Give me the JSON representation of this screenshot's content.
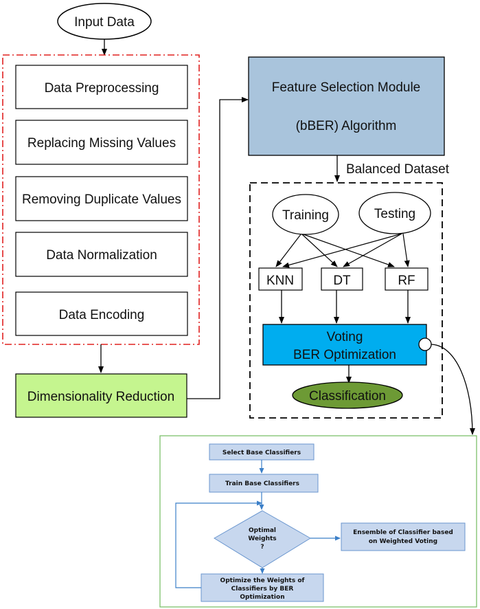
{
  "input_data": "Input Data",
  "preprocessing_steps": [
    "Data Preprocessing",
    "Replacing Missing Values",
    "Removing Duplicate Values",
    "Data Normalization",
    "Data Encoding"
  ],
  "dimensionality_reduction": "Dimensionality Reduction",
  "feature_selection": {
    "line1": "Feature Selection Module",
    "line2": "(bBER) Algorithm"
  },
  "balanced_dataset": "Balanced Dataset",
  "training": "Training",
  "testing": "Testing",
  "classifiers": [
    "KNN",
    "DT",
    "RF"
  ],
  "voting": {
    "line1": "Voting",
    "line2": "BER Optimization"
  },
  "classification": "Classification",
  "detail": {
    "select_base": "Select Base Classifiers",
    "train_base": "Train Base Classifiers",
    "optimal_line1": "Optimal",
    "optimal_line2": "Weights",
    "optimal_line3": "?",
    "ensemble_line1": "Ensemble of Classifier based",
    "ensemble_line2": "on Weighted Voting",
    "optimize_line1": "Optimize the Weights of",
    "optimize_line2": "Classifiers by BER",
    "optimize_line3": "Optimization"
  },
  "colors": {
    "feature_box": "#a9c4dc",
    "voting_box": "#00adef",
    "dim_reduction_box": "#c5f58f",
    "classification_ellipse": "#6d9a35",
    "red_dashdot": "#e0201f",
    "detail_border": "#7cc06a",
    "detail_box": "#c7d7ee",
    "detail_line": "#3b7fc8"
  }
}
